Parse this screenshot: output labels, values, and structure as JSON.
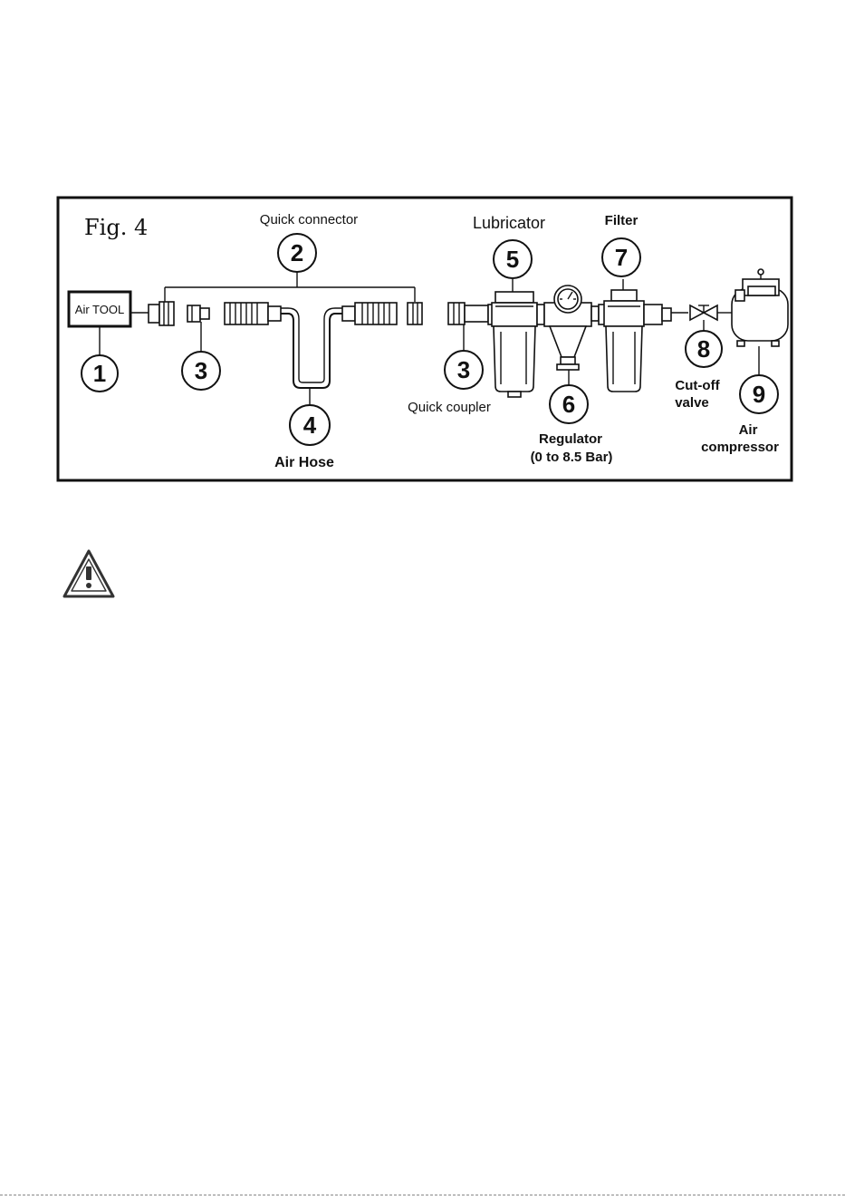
{
  "figure": {
    "title": "Fig. 4",
    "tool_box_label": "Air TOOL",
    "labels": {
      "quick_connector": "Quick connector",
      "lubricator": "Lubricator",
      "filter": "Filter",
      "quick_coupler": "Quick coupler",
      "air_hose": "Air Hose",
      "regulator_line1": "Regulator",
      "regulator_line2": "(0 to 8.5 Bar)",
      "cutoff_line1": "Cut-off",
      "cutoff_line2": "valve",
      "compressor_line1": "Air",
      "compressor_line2": "compressor"
    },
    "callouts": {
      "c1": "1",
      "c2": "2",
      "c3a": "3",
      "c3b": "3",
      "c4": "4",
      "c5": "5",
      "c6": "6",
      "c7": "7",
      "c8": "8",
      "c9": "9"
    }
  },
  "warning": {
    "icon": "warning-triangle-icon"
  }
}
